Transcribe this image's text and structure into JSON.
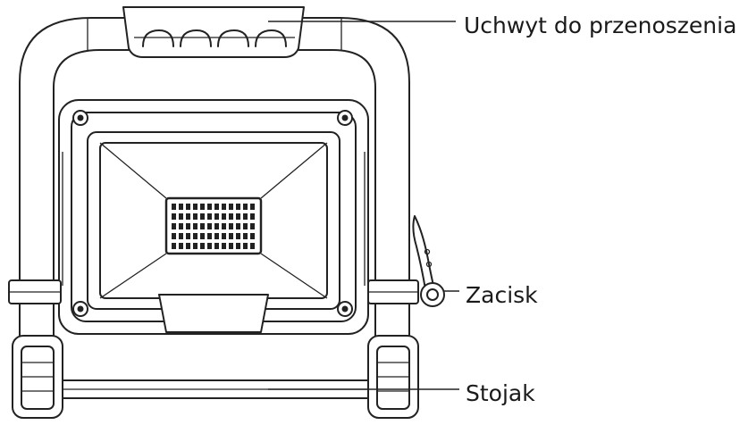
{
  "labels": {
    "handle": "Uchwyt do przenoszenia",
    "clamp": "Zacisk",
    "stand": "Stojak"
  }
}
